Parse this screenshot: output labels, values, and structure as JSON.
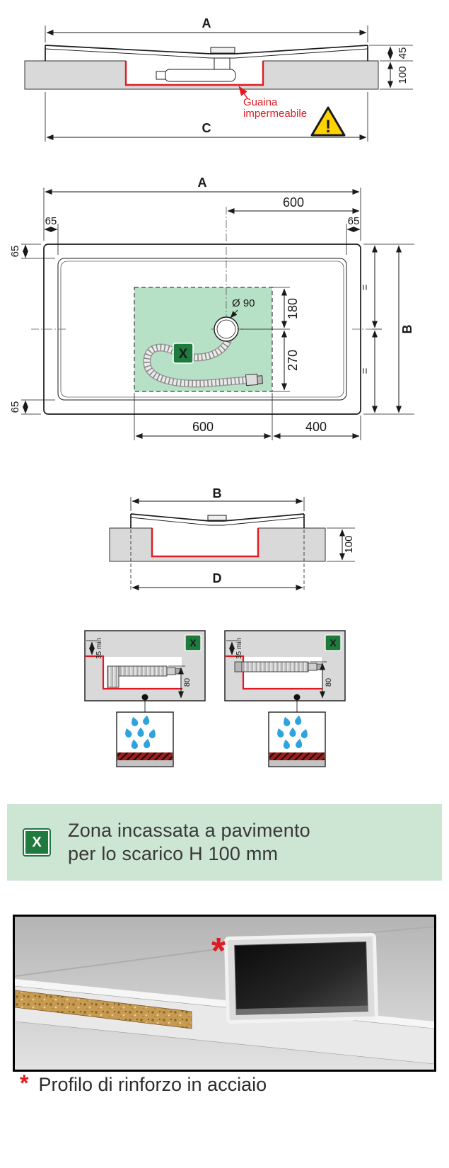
{
  "colors": {
    "red": "#e11a22",
    "green": "#1f7a3d",
    "zone_green": "#aedec0",
    "banner_green": "#cde5d3",
    "drop_blue": "#2fa3dd",
    "warning_yellow": "#ffd200",
    "floor_gray": "#d9d9d9"
  },
  "section_long": {
    "dim_width_top": "A",
    "dim_rim_height": "45",
    "dim_recess_depth": "100",
    "dim_width_bottom": "C",
    "membrane_line1": "Guaina",
    "membrane_line2": "impermeabile",
    "warning_mark": "!"
  },
  "plan": {
    "dim_width": "A",
    "dim_drain_offset": "600",
    "dim_edge_left": "65",
    "dim_edge_right": "65",
    "dim_side_top": "65",
    "dim_side_bottom": "65",
    "dim_depth": "B",
    "equals_upper": "=",
    "equals_lower": "=",
    "drain_diameter": "Ø 90",
    "dim_drain_to_zone_top": "180",
    "dim_drain_to_zone_bottom": "270",
    "dim_zone_width": "600",
    "dim_zone_to_edge": "400",
    "zone_badge": "X"
  },
  "section_short": {
    "dim_width_top": "B",
    "dim_recess_depth": "100",
    "dim_width_bottom": "D"
  },
  "detail_left": {
    "badge": "X",
    "dim_min_depth": "35 min",
    "dim_trap_height": "80"
  },
  "detail_right": {
    "badge": "X",
    "dim_min_depth": "35 min",
    "dim_trap_height": "80"
  },
  "legend": {
    "badge": "X",
    "line1": "Zona incassata a pavimento",
    "line2": "per lo scarico H 100 mm"
  },
  "photo": {
    "marker": "*",
    "caption_marker": "*",
    "caption": "Profilo di rinforzo in acciaio"
  }
}
